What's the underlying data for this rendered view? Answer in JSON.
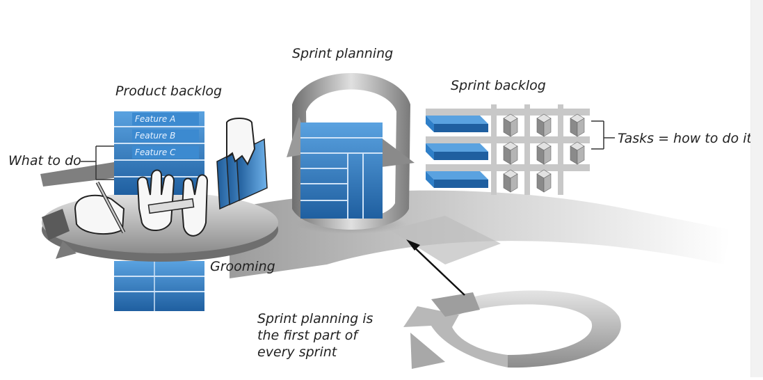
{
  "labels": {
    "sprint_planning": "Sprint planning",
    "product_backlog": "Product backlog",
    "sprint_backlog": "Sprint backlog",
    "what_to_do": "What to do",
    "tasks": "Tasks = how to do it",
    "grooming": "Grooming"
  },
  "features": [
    "Feature A",
    "Feature B",
    "Feature C"
  ],
  "note": {
    "line1": "Sprint planning is",
    "line2": "the first part of",
    "line3": "every sprint"
  },
  "colors": {
    "blue": "#2f7fc8",
    "blue_dark": "#1a5e9e",
    "gray": "#9a9a9a",
    "gray_light": "#d6d6d6"
  }
}
